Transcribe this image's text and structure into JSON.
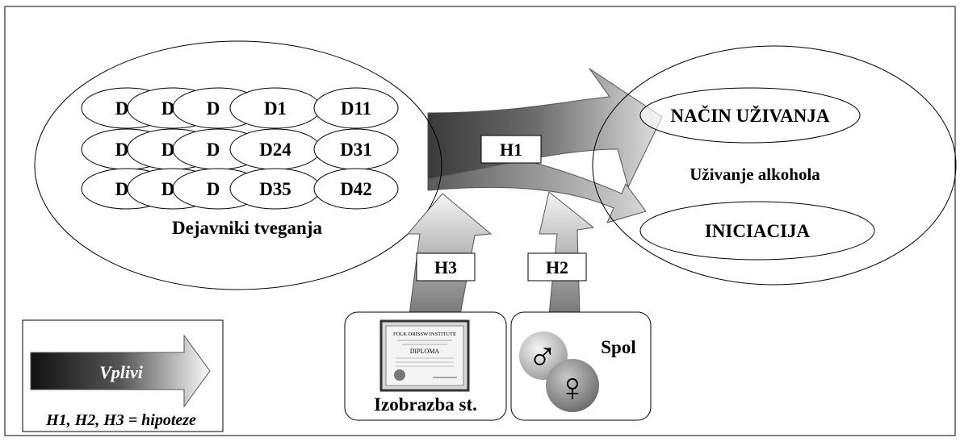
{
  "risk_factors": {
    "caption": "Dejavniki tveganja",
    "rows": [
      [
        "D",
        "D",
        "D",
        "D1",
        "D11"
      ],
      [
        "D",
        "D",
        "D",
        "D24",
        "D31"
      ],
      [
        "D",
        "D",
        "D",
        "D35",
        "D42"
      ]
    ]
  },
  "alcohol": {
    "caption": "Uživanje alkohola",
    "nacin": "NAČIN UŽIVANJA",
    "iniciacija": "INICIACIJA"
  },
  "hypotheses": {
    "h1": "H1",
    "h2": "H2",
    "h3": "H3"
  },
  "education": {
    "label": "Izobrazba st."
  },
  "diploma": {
    "line1": "FOLK DRISSW INSTITUTE",
    "line2": "DIPLOMA"
  },
  "gender": {
    "label": "Spol",
    "male_symbol": "♂",
    "female_symbol": "♀"
  },
  "legend": {
    "arrow_label": "Vplivi",
    "note": "H1, H2, H3 = hipoteze"
  },
  "colors": {
    "arrow_dark": "#333333",
    "arrow_light": "#f2f2f2",
    "outline": "#000000"
  }
}
